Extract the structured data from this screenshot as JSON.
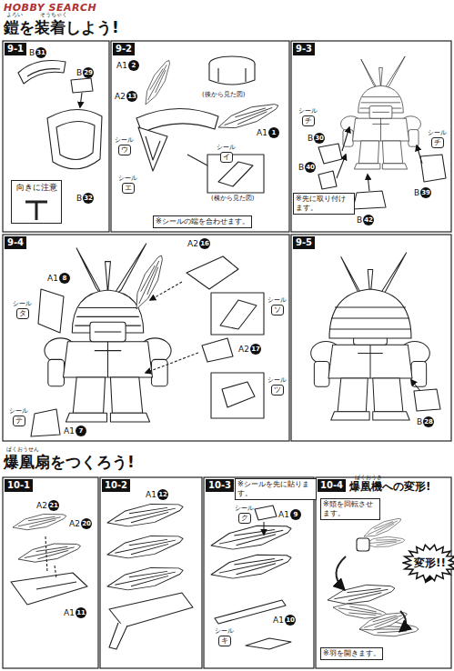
{
  "diagram": {
    "nodes": [
      {
        "text": [
          "9-1"
        ]
      },
      {
        "text": [
          "9-2"
        ]
      },
      {
        "text": [
          "9-3"
        ]
      },
      {
        "text": [
          "9-4"
        ]
      },
      {
        "text": [
          "9-5"
        ]
      },
      {
        "text": [
          "10-1"
        ]
      },
      {
        "text": [
          "10-2"
        ]
      },
      {
        "text": [
          "10-3"
        ]
      },
      {
        "text": [
          "10-4"
        ]
      },
      {
        "text": [
          "向きに注意"
        ]
      },
      {
        "text": [
          "変形!!"
        ]
      }
    ],
    "labels": [
      "HOBBY SEARCH",
      "よろい",
      "そうちゃく",
      "鎧を装着しよう!",
      "B",
      "31",
      "B",
      "29",
      "B",
      "32",
      "A1",
      "2",
      "A2",
      "13",
      "シール",
      "ウ",
      "(後から見た図)",
      "A1",
      "1",
      "シール",
      "イ",
      "シール",
      "エ",
      "(横から見た図)",
      "※シールの端を合わせます。",
      "シール",
      "チ",
      "B",
      "30",
      "B",
      "40",
      "※先に取り付けます。",
      "B",
      "42",
      "B",
      "39",
      "シール",
      "チ",
      "A2",
      "16",
      "シール",
      "ソ",
      "A1",
      "8",
      "シール",
      "タ",
      "A2",
      "17",
      "シール",
      "ツ",
      "シール",
      "テ",
      "A1",
      "7",
      "B",
      "28",
      "ばくおうせん",
      "爆凰扇をつくろう!",
      "A2",
      "21",
      "A2",
      "20",
      "A1",
      "11",
      "A1",
      "12",
      "※シールを先に貼ります。",
      "シール",
      "ク",
      "A1",
      "9",
      "A1",
      "10",
      "シール",
      "キ",
      "ばくおうき",
      "爆凰機への変形!",
      "※頭を回転させます。",
      "※羽を開きます。"
    ]
  }
}
